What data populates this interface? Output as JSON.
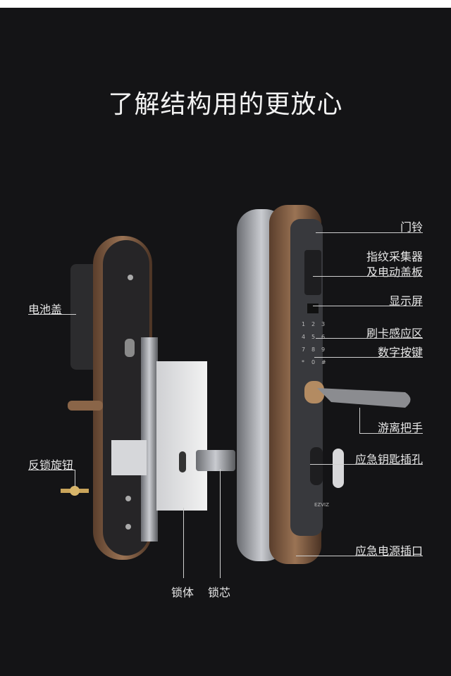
{
  "title": "了解结构用的更放心",
  "callouts": {
    "doorbell": "门铃",
    "fingerprint_line1": "指纹采集器",
    "fingerprint_line2": "及电动盖板",
    "display": "显示屏",
    "card_reader": "刷卡感应区",
    "keypad": "数字按键",
    "handle": "游离把手",
    "emergency_key": "应急钥匙插孔",
    "emergency_power": "应急电源插口",
    "battery_cover": "电池盖",
    "anti_lock_knob": "反锁旋钮",
    "lock_body": "锁体",
    "lock_cylinder": "锁芯"
  },
  "keypad_keys": [
    "1",
    "2",
    "3",
    "4",
    "5",
    "6",
    "7",
    "8",
    "9",
    "*",
    "0",
    "#"
  ],
  "brand": "EZVIZ",
  "colors": {
    "background": "#141416",
    "bronze": "#8a6548",
    "panel": "#3a3b3f",
    "text": "#e8e8e8"
  }
}
